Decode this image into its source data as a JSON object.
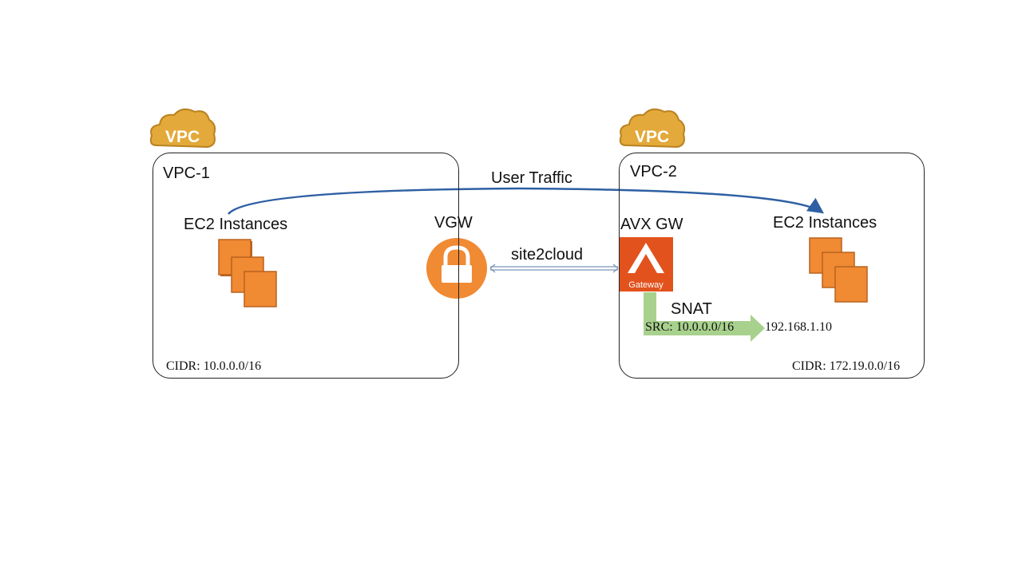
{
  "diagram": {
    "vpc_badge_text": "VPC",
    "vpc1": {
      "name": "VPC-1",
      "instances_label": "EC2 Instances",
      "vgw_label": "VGW",
      "cidr": "CIDR: 10.0.0.0/16"
    },
    "vpc2": {
      "name": "VPC-2",
      "avx_label": "AVX GW",
      "gateway_icon_text": "Gateway",
      "instances_label": "EC2 Instances",
      "snat_label": "SNAT",
      "snat_src": "SRC: 10.0.0.0/16",
      "snat_dst": "192.168.1.10",
      "cidr": "CIDR: 172.19.0.0/16"
    },
    "user_traffic_label": "User Traffic",
    "tunnel_label": "site2cloud",
    "colors": {
      "cloud": "#e3a93a",
      "cloud_dark": "#b98220",
      "ec2": "#f08a33",
      "ec2_dark": "#b9631f",
      "vgw": "#f08a33",
      "gateway": "#e2521d",
      "traffic_arrow": "#2e5fa3",
      "snat_arrow": "#a8d18d"
    }
  }
}
